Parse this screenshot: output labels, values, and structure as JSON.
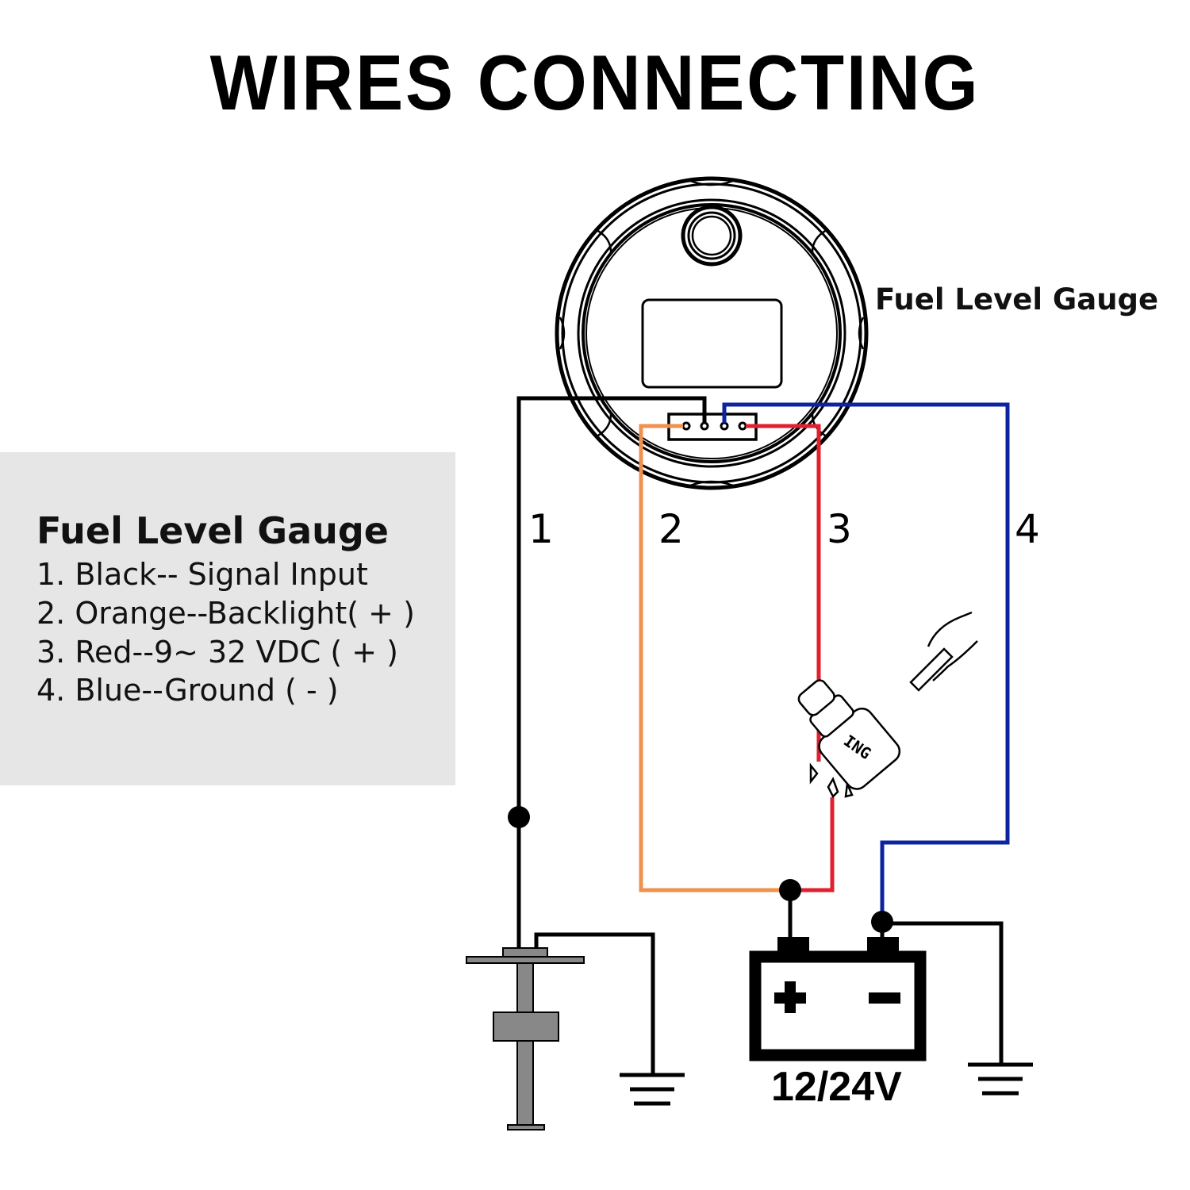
{
  "title": "WIRES  CONNECTING",
  "legend": {
    "heading": "Fuel Level Gauge",
    "items": [
      "1. Black-- Signal Input",
      "2. Orange--Backlight( + )",
      "3. Red--9~ 32 VDC ( + )",
      "4. Blue--Ground ( - )"
    ]
  },
  "gauge": {
    "label": "Fuel Level Gauge"
  },
  "wires": [
    {
      "number": "1",
      "color": "#000000",
      "name": "black-signal-wire"
    },
    {
      "number": "2",
      "color": "#f0924f",
      "name": "orange-backlight-wire"
    },
    {
      "number": "3",
      "color": "#e0202e",
      "name": "red-power-wire"
    },
    {
      "number": "4",
      "color": "#0c24a0",
      "name": "blue-ground-wire"
    }
  ],
  "ignition": {
    "label": "ING"
  },
  "battery": {
    "label": "12/24V",
    "plus": "+",
    "minus": "-"
  },
  "colors": {
    "panel_bg": "#e6e6e6",
    "sender_gray": "#888888"
  }
}
